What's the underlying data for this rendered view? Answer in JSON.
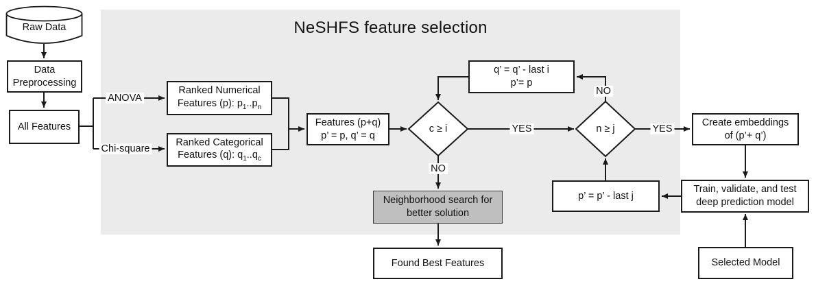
{
  "title": "NeSHFS feature selection",
  "colors": {
    "panel_bg": "#ebebeb",
    "highlight_bg": "#bfbfbf",
    "line": "#1a1a1a"
  },
  "nodes": {
    "raw_data": {
      "label": "Raw Data"
    },
    "data_preprocessing": {
      "line1": "Data",
      "line2": "Preprocessing"
    },
    "all_features": {
      "label": "All Features"
    },
    "ranked_numerical": {
      "line1": "Ranked Numerical",
      "line2_html": "Features (p): p<sub>1</sub>..p<sub>n</sub>"
    },
    "ranked_categorical": {
      "line1": "Ranked Categorical",
      "line2_html": "Features (q): q<sub>1</sub>..q<sub>c</sub>"
    },
    "features_pq": {
      "line1": "Features (p+q)",
      "line2": "p’ = p, q’ = q"
    },
    "decision_c_i": {
      "label": "c ≥ i"
    },
    "q_update": {
      "line1": "q’ = q’ - last i",
      "line2": "p’= p"
    },
    "decision_n_j": {
      "label": "n ≥ j"
    },
    "create_embeddings": {
      "line1": "Create embeddings",
      "line2": "of (p’+ q’)"
    },
    "train_model": {
      "line1": "Train, validate, and test",
      "line2": "deep prediction model"
    },
    "selected_model": {
      "label": "Selected Model"
    },
    "p_update": {
      "label": "p’ = p’ - last j"
    },
    "neighborhood_search": {
      "line1": "Neighborhood search for",
      "line2": "better solution"
    },
    "found_best_features": {
      "label": "Found Best Features"
    }
  },
  "edge_labels": {
    "anova": "ANOVA",
    "chi_square": "Chi-square",
    "yes_c": "YES",
    "yes_n": "YES",
    "no_c": "NO",
    "no_n": "NO"
  }
}
